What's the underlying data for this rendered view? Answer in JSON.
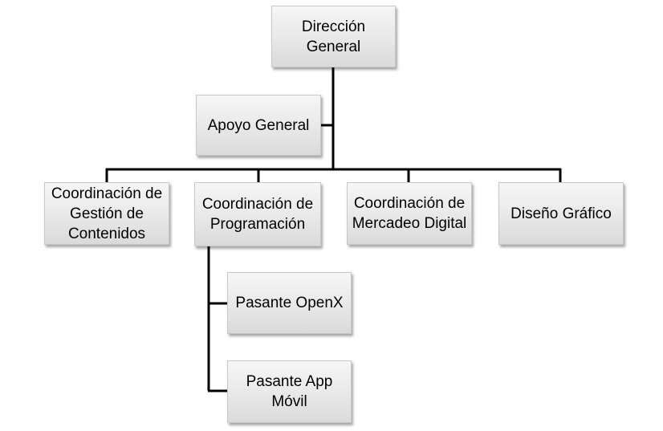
{
  "org_chart": {
    "nodes": [
      {
        "id": "direccion",
        "label": "Dirección General"
      },
      {
        "id": "apoyo",
        "label": "Apoyo General"
      },
      {
        "id": "contenidos",
        "label": "Coordinación de Gestión de Contenidos"
      },
      {
        "id": "programacion",
        "label": "Coordinación de Programación"
      },
      {
        "id": "mercadeo",
        "label": "Coordinación de Mercadeo Digital"
      },
      {
        "id": "diseno",
        "label": "Diseño Gráfico"
      },
      {
        "id": "openx",
        "label": "Pasante OpenX"
      },
      {
        "id": "app",
        "label": "Pasante App Móvil"
      }
    ]
  },
  "colors": {
    "connector": "#000000",
    "box_border": "#c8c8c8"
  }
}
